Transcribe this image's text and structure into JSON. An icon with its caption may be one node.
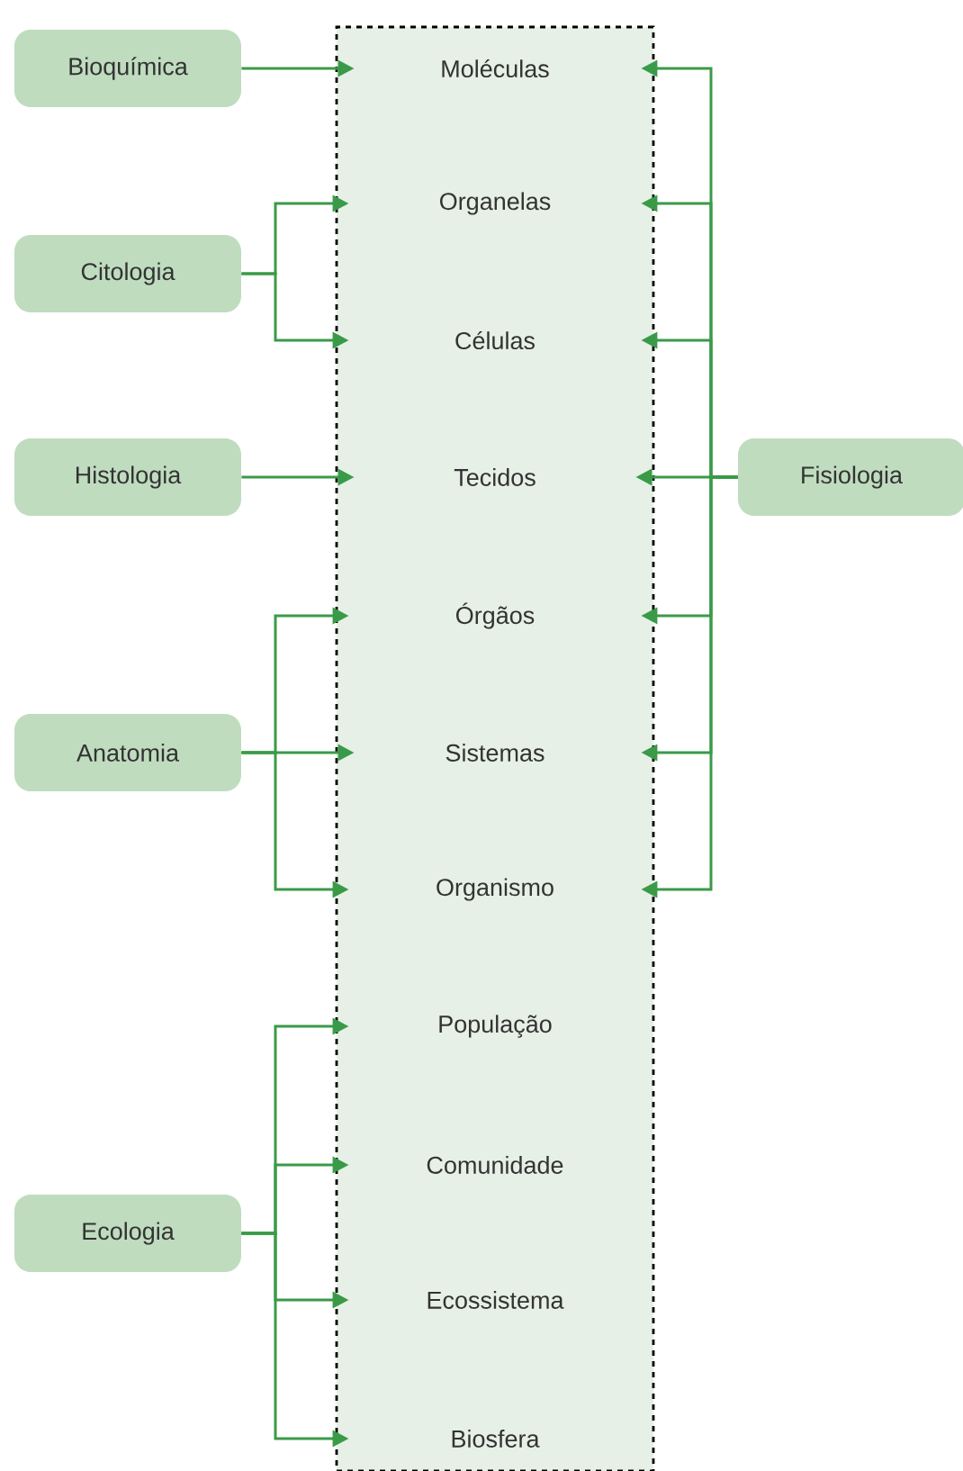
{
  "diagram": {
    "nodes": [
      {
        "text": [],
        "shape": "box"
      },
      {
        "text": [
          "Moléculas"
        ],
        "in": 0
      },
      {
        "text": [
          "Organelas"
        ],
        "in": 0
      },
      {
        "text": [
          "Células"
        ],
        "in": 0
      },
      {
        "text": [
          "Tecidos"
        ],
        "in": 0
      },
      {
        "text": [
          "Órgãos"
        ],
        "in": 0
      },
      {
        "text": [
          "Sistemas"
        ],
        "in": 0
      },
      {
        "text": [
          "Organismo"
        ],
        "in": 0
      },
      {
        "text": [
          "População"
        ],
        "in": 0
      },
      {
        "text": [
          "Comunidade"
        ],
        "in": 0
      },
      {
        "text": [
          "Ecossistema"
        ],
        "in": 0
      },
      {
        "text": [
          "Biosfera"
        ],
        "in": 0
      },
      {
        "text": [
          "Bioquímica"
        ]
      },
      {
        "text": [
          "Citologia"
        ]
      },
      {
        "text": [
          "Histologia"
        ]
      },
      {
        "text": [
          "Anatomia"
        ]
      },
      {
        "text": [
          "Ecologia"
        ]
      },
      {
        "text": [
          "Fisiologia"
        ]
      }
    ],
    "edges": [
      {
        "from": 12,
        "to": 1,
        "arrow": "to"
      },
      {
        "from": 13,
        "to": 2,
        "arrow": "to"
      },
      {
        "from": 13,
        "to": 3,
        "arrow": "to"
      },
      {
        "from": 14,
        "to": 4,
        "arrow": "to"
      },
      {
        "from": 15,
        "to": 5,
        "arrow": "to"
      },
      {
        "from": 15,
        "to": 6,
        "arrow": "to"
      },
      {
        "from": 15,
        "to": 7,
        "arrow": "to"
      },
      {
        "from": 16,
        "to": 8,
        "arrow": "to"
      },
      {
        "from": 16,
        "to": 9,
        "arrow": "to"
      },
      {
        "from": 16,
        "to": 10,
        "arrow": "to"
      },
      {
        "from": 16,
        "to": 11,
        "arrow": "to"
      },
      {
        "from": 17,
        "to": 1,
        "arrow": "to"
      },
      {
        "from": 17,
        "to": 2,
        "arrow": "to"
      },
      {
        "from": 17,
        "to": 3,
        "arrow": "to"
      },
      {
        "from": 17,
        "to": 4,
        "arrow": "to"
      },
      {
        "from": 17,
        "to": 5,
        "arrow": "to"
      },
      {
        "from": 17,
        "to": 6,
        "arrow": "to"
      },
      {
        "from": 17,
        "to": 7,
        "arrow": "to"
      }
    ]
  }
}
